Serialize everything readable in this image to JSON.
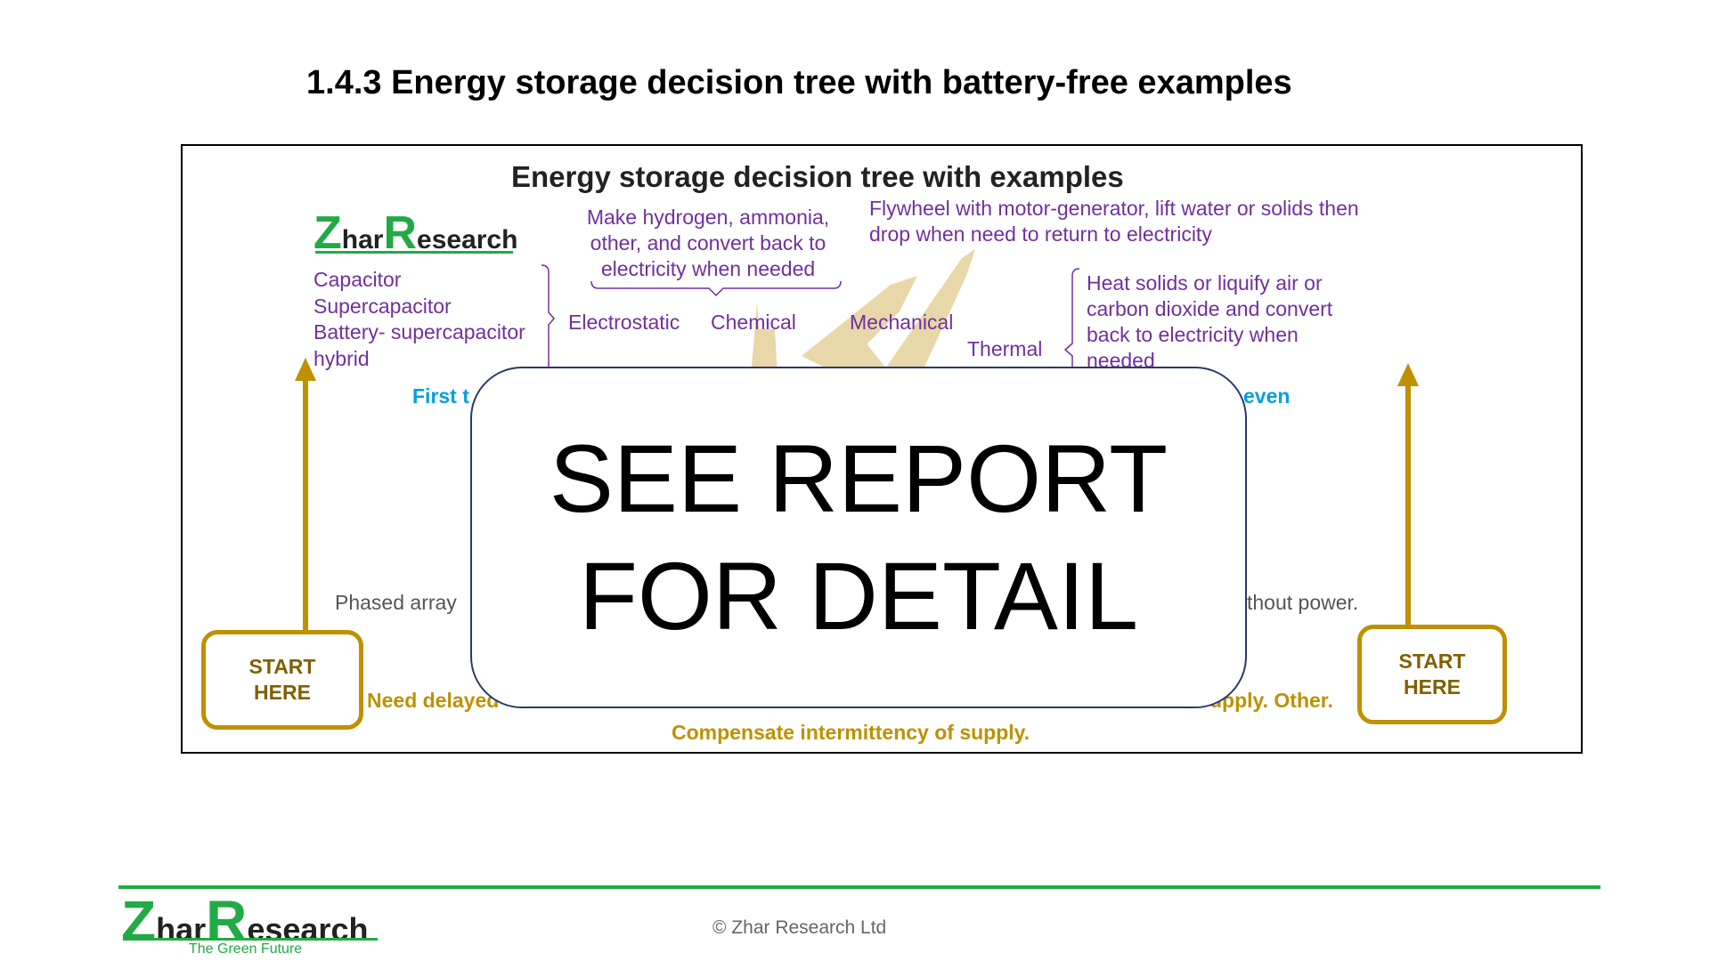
{
  "slide": {
    "title": "1.4.3 Energy storage decision tree with battery-free examples"
  },
  "diagram": {
    "heading": "Energy storage decision tree with examples",
    "logo": {
      "z": "Z",
      "har": "har",
      "r": "R",
      "esearch": "esearch"
    },
    "electrostatic_examples": [
      "Capacitor",
      "Supercapacitor",
      "Battery- supercapacitor",
      "hybrid"
    ],
    "chemical_examples": [
      "Make hydrogen, ammonia,",
      "other, and convert back to",
      "electricity when needed"
    ],
    "mechanical_examples": [
      "Flywheel with motor-generator, lift water or solids then",
      "drop when need to return to electricity"
    ],
    "thermal_examples": [
      "Heat solids or liquify air or",
      "carbon dioxide and convert",
      "back to electricity when",
      "needed"
    ],
    "branches": {
      "electrostatic": "Electrostatic",
      "chemical": "Chemical",
      "mechanical": "Mechanical",
      "thermal": "Thermal"
    },
    "blue_left": "First t",
    "blue_right": "even",
    "grey_left": "Phased array",
    "grey_right": "thout power.",
    "gold_left": "Need delayed",
    "gold_right": "upply. Other.",
    "gold_bottom": "Compensate intermittency of supply.",
    "start_left": [
      "START",
      "HERE"
    ],
    "start_right": [
      "START",
      "HERE"
    ],
    "colors": {
      "purple": "#7030a0",
      "gold": "#bf9000",
      "blue": "#00a0e0",
      "tree": "#e8d7a8"
    }
  },
  "overlay": {
    "line1": "SEE REPORT",
    "line2": "FOR DETAIL"
  },
  "footer": {
    "logo": {
      "z": "Z",
      "har": "har",
      "r": "R",
      "esearch": "esearch",
      "tagline": "The Green Future"
    },
    "copyright": "© Zhar Research Ltd"
  }
}
